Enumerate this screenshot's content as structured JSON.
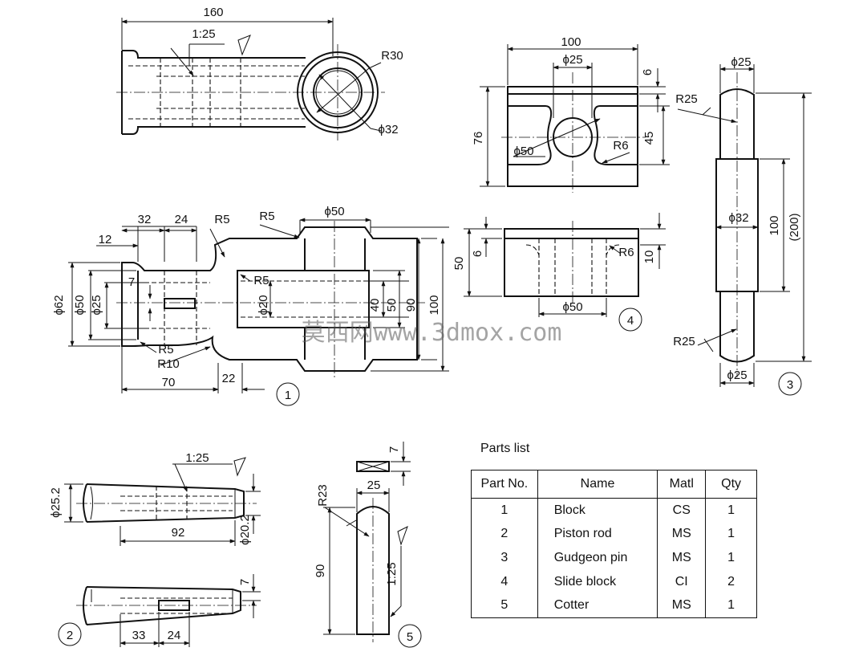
{
  "dimensions": {
    "d160": "160",
    "taper1": "1:25",
    "r30": "R30",
    "phi32a": "ϕ32",
    "d100": "100",
    "phi25a": "ϕ25",
    "d6a": "6",
    "d76": "76",
    "d45": "45",
    "phi50a": "ϕ50",
    "r6a": "R6",
    "d50": "50",
    "d6b": "6",
    "r6b": "R6",
    "d10": "10",
    "phi50b": "ϕ50",
    "phi25b": "ϕ25",
    "r25a": "R25",
    "phi32b": "ϕ32",
    "d100b": "100",
    "d200": "(200)",
    "r25b": "R25",
    "phi25c": "ϕ25",
    "d32": "32",
    "d24a": "24",
    "r5a": "R5",
    "r5b": "R5",
    "phi50c": "ϕ50",
    "d12": "12",
    "d7a": "7",
    "phi62": "ϕ62",
    "phi50d": "ϕ50",
    "phi25d": "ϕ25",
    "r5c": "R5",
    "phi20": "ϕ20",
    "d40": "40",
    "d50b": "50",
    "d90a": "90",
    "d100c": "100",
    "r5d": "R5",
    "r10": "R10",
    "d70": "70",
    "d22": "22",
    "taper2": "1:25",
    "phi252": "ϕ25.2",
    "d92": "92",
    "phi202": "ϕ20.2",
    "d7b": "7",
    "d33": "33",
    "d24b": "24",
    "d7c": "7",
    "d25": "25",
    "r23": "R23",
    "d90b": "90",
    "taper3": "1:25"
  },
  "callouts": {
    "p1": "1",
    "p2": "2",
    "p3": "3",
    "p4": "4",
    "p5": "5"
  },
  "watermark": "莫西网www.3dmox.com",
  "parts_list": {
    "title": "Parts list",
    "headers": [
      "Part No.",
      "Name",
      "Matl",
      "Qty"
    ],
    "rows": [
      {
        "no": "1",
        "name": "Block",
        "matl": "CS",
        "qty": "1"
      },
      {
        "no": "2",
        "name": "Piston rod",
        "matl": "MS",
        "qty": "1"
      },
      {
        "no": "3",
        "name": "Gudgeon pin",
        "matl": "MS",
        "qty": "1"
      },
      {
        "no": "4",
        "name": "Slide block",
        "matl": "CI",
        "qty": "2"
      },
      {
        "no": "5",
        "name": "Cotter",
        "matl": "MS",
        "qty": "1"
      }
    ]
  }
}
